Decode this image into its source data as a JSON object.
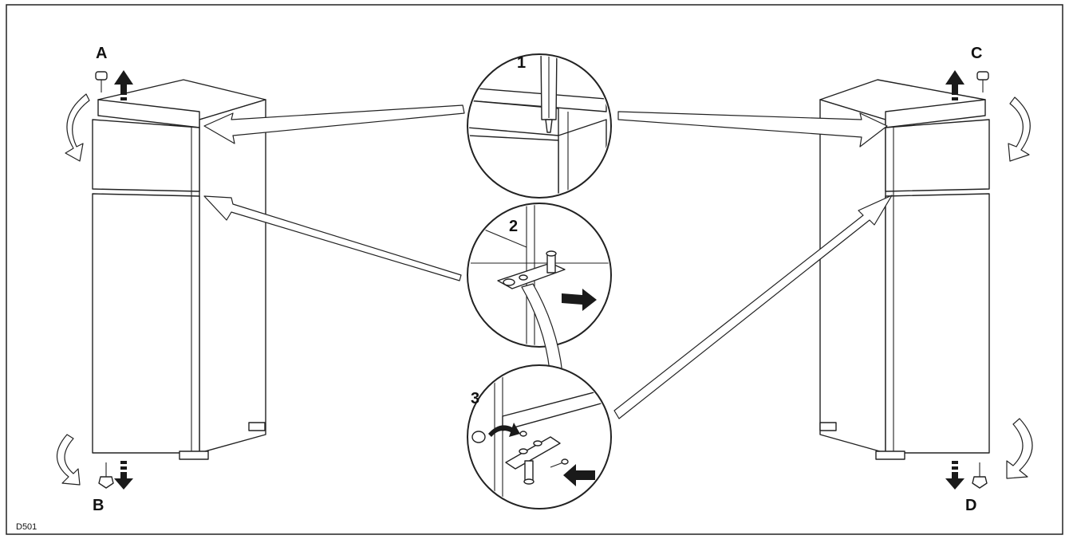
{
  "labels": {
    "a": "A",
    "b": "B",
    "c": "C",
    "d": "D",
    "step1": "1",
    "step2": "2",
    "step3": "3"
  },
  "code": "D501",
  "colors": {
    "line": "#222222",
    "fill": "#ffffff",
    "arrow": "#1a1a1a"
  }
}
